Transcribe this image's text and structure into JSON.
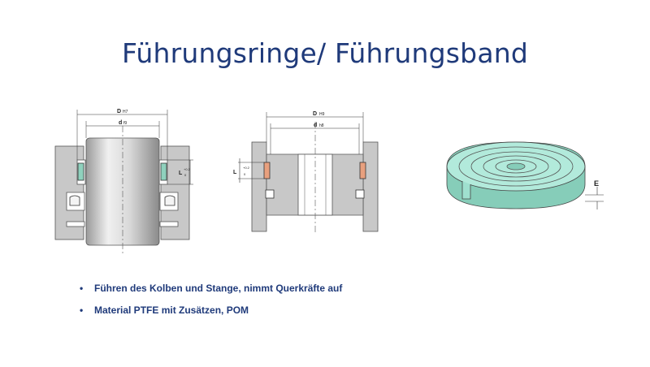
{
  "slide": {
    "title": "Führungsringe/ Führungsband",
    "bullet_marker": "•",
    "bullets": [
      "Führen des Kolben und Stange, nimmt Querkräfte auf",
      "Material PTFE mit Zusätzen, POM"
    ]
  },
  "figure_a": {
    "dim_outer": "D",
    "dim_outer_tol": "H7",
    "dim_inner": "d",
    "dim_inner_tol": "f9",
    "dim_length": "L",
    "dim_length_tol_upper": "+0.2",
    "dim_length_tol_lower": "0"
  },
  "figure_b": {
    "dim_outer": "D",
    "dim_outer_tol": "H9",
    "dim_inner": "d",
    "dim_inner_tol": "h8",
    "dim_length": "L",
    "dim_length_tol_upper": "+0.2",
    "dim_length_tol_lower": "0"
  },
  "figure_c": {
    "dim_thickness": "E"
  },
  "colors": {
    "title": "#1f3a7a",
    "housing": "#c8c8c8",
    "ring_green": "#8fd1bd",
    "ring_orange": "#e8a07e",
    "band": "#9fe0cf"
  }
}
